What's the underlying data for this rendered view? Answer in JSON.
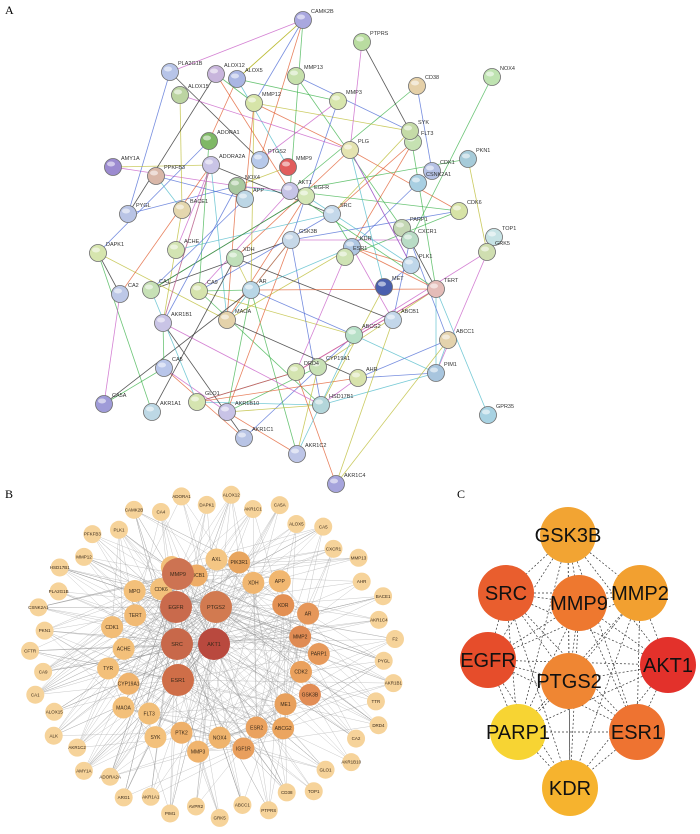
{
  "panels": {
    "a": {
      "letter": "A",
      "nodes": [
        {
          "label": "CAMK2B",
          "color": "#a9a7df"
        },
        {
          "label": "PTPRS",
          "color": "#b9dca0"
        },
        {
          "label": "NOX4",
          "color": "#bfe3b1"
        },
        {
          "label": "PLA2G1B",
          "color": "#b7c4e8"
        },
        {
          "label": "ALOX12",
          "color": "#c8b5dc"
        },
        {
          "label": "ALOX5",
          "color": "#aab6e3"
        },
        {
          "label": "ALOX15",
          "color": "#bcd4a2"
        },
        {
          "label": "MMP13",
          "color": "#c6e0ab"
        },
        {
          "label": "MMP12",
          "color": "#d6e4a8"
        },
        {
          "label": "MMP3",
          "color": "#d8e6ae"
        },
        {
          "label": "CD38",
          "color": "#e5d0a8"
        },
        {
          "label": "ADORA1",
          "color": "#7fb866"
        },
        {
          "label": "FLT3",
          "color": "#c6e2b2"
        },
        {
          "label": "SYK",
          "color": "#c5dba7"
        },
        {
          "label": "AMY1A",
          "color": "#9c8bd0"
        },
        {
          "label": "PPKFB3",
          "color": "#d9b7a8"
        },
        {
          "label": "ADORA2A",
          "color": "#c9c4e6"
        },
        {
          "label": "MMP9",
          "color": "#e15c5c"
        },
        {
          "label": "PTGS2",
          "color": "#b7c9ea"
        },
        {
          "label": "NOX4",
          "color": "#a9c9a0"
        },
        {
          "label": "PLG",
          "color": "#e4e3b0"
        },
        {
          "label": "PKN1",
          "color": "#a6cbd9"
        },
        {
          "label": "CDK1",
          "color": "#b4c0e4"
        },
        {
          "label": "CSNK2A1",
          "color": "#a8cfe2"
        },
        {
          "label": "PYGL",
          "color": "#b9c4e5"
        },
        {
          "label": "BACE1",
          "color": "#e4d7ae"
        },
        {
          "label": "APP",
          "color": "#bcd6e5"
        },
        {
          "label": "AKT1",
          "color": "#c6c4e6"
        },
        {
          "label": "EGFR",
          "color": "#d3e6b5"
        },
        {
          "label": "SRC",
          "color": "#c4d8ea"
        },
        {
          "label": "CDK6",
          "color": "#d7e3a6"
        },
        {
          "label": "TOP1",
          "color": "#c7e3e5"
        },
        {
          "label": "PARP1",
          "color": "#c4d7b4"
        },
        {
          "label": "CXCR1",
          "color": "#b9dcc6"
        },
        {
          "label": "DAPK1",
          "color": "#d6e5ae"
        },
        {
          "label": "ACHE",
          "color": "#d3e4b3"
        },
        {
          "label": "XDH",
          "color": "#c0dfb9"
        },
        {
          "label": "GSK3B",
          "color": "#c6d8e8"
        },
        {
          "label": "KDR",
          "color": "#aec6e2"
        },
        {
          "label": "ESR1",
          "color": "#cfe3b4"
        },
        {
          "label": "GRK5",
          "color": "#cfdeb0"
        },
        {
          "label": "PLK1",
          "color": "#bfd7ea"
        },
        {
          "label": "TERT",
          "color": "#e4bcb8"
        },
        {
          "label": "CA1",
          "color": "#c7e1b6"
        },
        {
          "label": "CA2",
          "color": "#bdc8e7"
        },
        {
          "label": "AR",
          "color": "#b8d6e6"
        },
        {
          "label": "CA9",
          "color": "#d6e3ad"
        },
        {
          "label": "AKR1B1",
          "color": "#c9c4e6"
        },
        {
          "label": "MAOA",
          "color": "#e4d2aa"
        },
        {
          "label": "MET",
          "color": "#4a5fae"
        },
        {
          "label": "ABCB1",
          "color": "#c3d7ea"
        },
        {
          "label": "ABCG2",
          "color": "#b7e0c7"
        },
        {
          "label": "CA5",
          "color": "#b9c6ea"
        },
        {
          "label": "CYP19A1",
          "color": "#c8e1b5"
        },
        {
          "label": "DRD4",
          "color": "#d4e4b0"
        },
        {
          "label": "ABCC1",
          "color": "#e4d3ad"
        },
        {
          "label": "CA5A",
          "color": "#9f9bd8"
        },
        {
          "label": "GLO1",
          "color": "#d5e4b0"
        },
        {
          "label": "AKR1B10",
          "color": "#c8c3e6"
        },
        {
          "label": "HSD17B1",
          "color": "#b3d6da"
        },
        {
          "label": "AHR",
          "color": "#d8e3ac"
        },
        {
          "label": "PIM1",
          "color": "#a8c5de"
        },
        {
          "label": "AKR1A1",
          "color": "#bdd8e5"
        },
        {
          "label": "AKR1C1",
          "color": "#b8c4e5"
        },
        {
          "label": "AKR1C2",
          "color": "#bdc5e7"
        },
        {
          "label": "AKR1C4",
          "color": "#a6a4dc"
        },
        {
          "label": "GPR35",
          "color": "#a8d2e2"
        }
      ]
    },
    "b": {
      "letter": "B",
      "center_nodes": [
        {
          "label": "EGFR",
          "color": "#c96a4c"
        },
        {
          "label": "MMP9",
          "color": "#cd7352"
        },
        {
          "label": "PTGS2",
          "color": "#d27a50"
        },
        {
          "label": "SRC",
          "color": "#c8684a"
        },
        {
          "label": "AKT1",
          "color": "#b9493e"
        },
        {
          "label": "ESR1",
          "color": "#cf6e48"
        }
      ],
      "mid_nodes": [
        {
          "label": "PIK3R1",
          "color": "#e8a55f"
        },
        {
          "label": "XDH",
          "color": "#f0b670"
        },
        {
          "label": "APP",
          "color": "#f1b770"
        },
        {
          "label": "KDR",
          "color": "#e39053"
        },
        {
          "label": "AR",
          "color": "#e6975a"
        },
        {
          "label": "MMP2",
          "color": "#e08b53"
        },
        {
          "label": "PARP1",
          "color": "#e79a5b"
        },
        {
          "label": "CDK2",
          "color": "#eaa15d"
        },
        {
          "label": "GSK3B",
          "color": "#e28d55"
        },
        {
          "label": "ME1",
          "color": "#e8a05c"
        },
        {
          "label": "ABCG2",
          "color": "#eba55f"
        },
        {
          "label": "ESR2",
          "color": "#eaa25f"
        },
        {
          "label": "IGF1R",
          "color": "#e99f5d"
        },
        {
          "label": "NOX4",
          "color": "#efb46d"
        },
        {
          "label": "MMP3",
          "color": "#f0b46e"
        },
        {
          "label": "PTK2",
          "color": "#eeb06a"
        },
        {
          "label": "SYK",
          "color": "#f3c17c"
        },
        {
          "label": "FLT3",
          "color": "#f2bf79"
        },
        {
          "label": "MAOA",
          "color": "#f3c07a"
        },
        {
          "label": "CYP19A1",
          "color": "#f0b46e"
        },
        {
          "label": "TYR",
          "color": "#f3c07a"
        },
        {
          "label": "ACHE",
          "color": "#f3c07a"
        },
        {
          "label": "CDK1",
          "color": "#f2bd77"
        },
        {
          "label": "TERT",
          "color": "#f1ba74"
        },
        {
          "label": "MPO",
          "color": "#f3c07a"
        },
        {
          "label": "CDK6",
          "color": "#f3c07a"
        },
        {
          "label": "PLG",
          "color": "#f2bf79"
        },
        {
          "label": "ABCB1",
          "color": "#eead67"
        },
        {
          "label": "AXL",
          "color": "#f4c684"
        }
      ],
      "outer_nodes": [
        "ALOX12",
        "AKR1C1",
        "CA5A",
        "ALOX5",
        "CA5",
        "CXCR1",
        "MMP13",
        "AHR",
        "BACE1",
        "AKR1C4",
        "F2",
        "PYGL",
        "AKR1B1",
        "TTR",
        "DRD4",
        "CA2",
        "AKR1B10",
        "GLO1",
        "TOP1",
        "CD38",
        "PTPRS",
        "ABCC1",
        "GRK5",
        "AVPR2",
        "PIM1",
        "AKR1A1",
        "ARG1",
        "ADORA2A",
        "AMY1A",
        "AKR1C2",
        "ALK",
        "ALOX15",
        "CA1",
        "CA9",
        "CFTR",
        "PKN1",
        "CSNK2A1",
        "PLA2G1B",
        "HSD17B1",
        "MMP12",
        "PFKFB3",
        "PLK1",
        "CAMK2B",
        "CA4",
        "ADORA1",
        "DAPK1"
      ],
      "outer_color": "#f6d39a"
    },
    "c": {
      "letter": "C",
      "nodes": [
        {
          "label": "GSK3B",
          "color": "#f2a433"
        },
        {
          "label": "SRC",
          "color": "#e95e2e"
        },
        {
          "label": "MMP9",
          "color": "#ee782f"
        },
        {
          "label": "MMP2",
          "color": "#f2a030"
        },
        {
          "label": "EGFR",
          "color": "#e64d2b"
        },
        {
          "label": "AKT1",
          "color": "#e3312b"
        },
        {
          "label": "PTGS2",
          "color": "#ef8633"
        },
        {
          "label": "PARP1",
          "color": "#f7d433"
        },
        {
          "label": "ESR1",
          "color": "#ee7331"
        },
        {
          "label": "KDR",
          "color": "#f6b32e"
        }
      ]
    }
  }
}
